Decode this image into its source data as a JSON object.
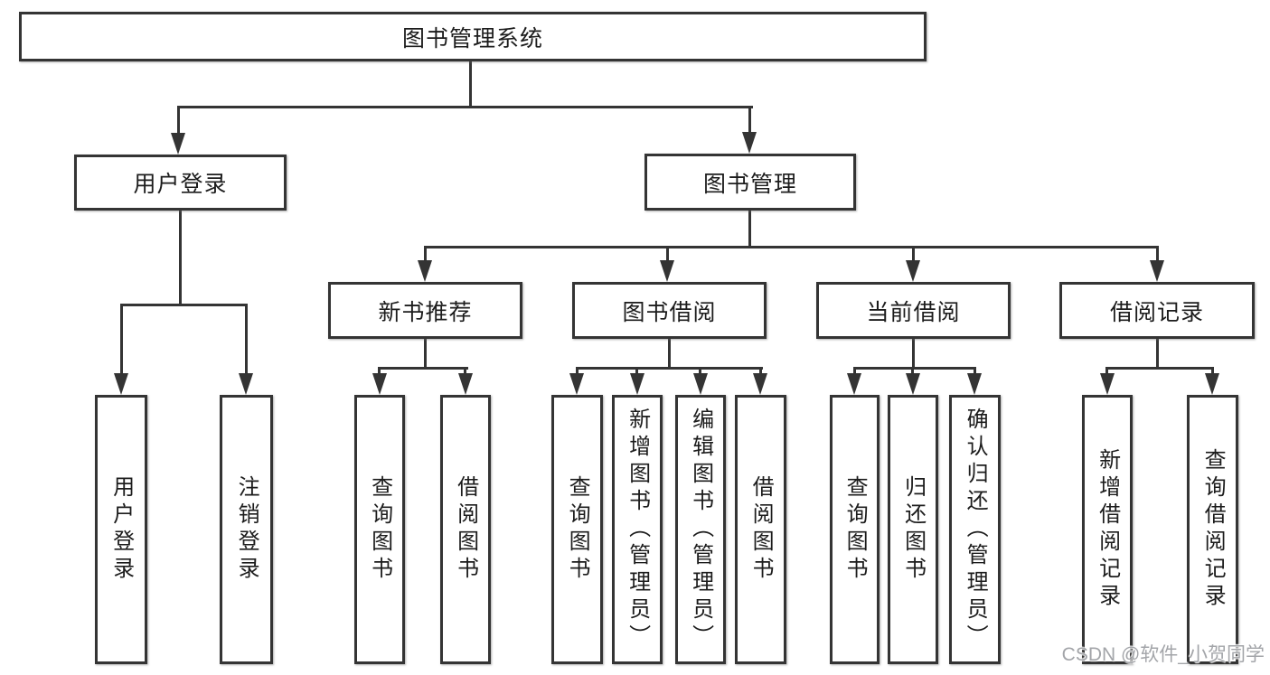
{
  "diagram": {
    "type": "tree",
    "root": {
      "label": "图书管理系统"
    },
    "branches": [
      {
        "label": "用户登录",
        "children": [
          {
            "label": "用户登录"
          },
          {
            "label": "注销登录"
          }
        ]
      },
      {
        "label": "图书管理",
        "children": [
          {
            "label": "新书推荐",
            "children": [
              {
                "label": "查询图书"
              },
              {
                "label": "借阅图书"
              }
            ]
          },
          {
            "label": "图书借阅",
            "children": [
              {
                "label": "查询图书"
              },
              {
                "label": "新增图书（管理员）"
              },
              {
                "label": "编辑图书（管理员）"
              },
              {
                "label": "借阅图书"
              }
            ]
          },
          {
            "label": "当前借阅",
            "children": [
              {
                "label": "查询图书"
              },
              {
                "label": "归还图书"
              },
              {
                "label": "确认归还（管理员）"
              }
            ]
          },
          {
            "label": "借阅记录",
            "children": [
              {
                "label": "新增借阅记录"
              },
              {
                "label": "查询借阅记录"
              }
            ]
          }
        ]
      }
    ]
  },
  "watermark": {
    "text": "CSDN @软件_小贺同学"
  },
  "colors": {
    "line": "#343434",
    "text": "#1c1c1c",
    "background": "#ffffff",
    "watermark_text": "#a3a5a9"
  }
}
